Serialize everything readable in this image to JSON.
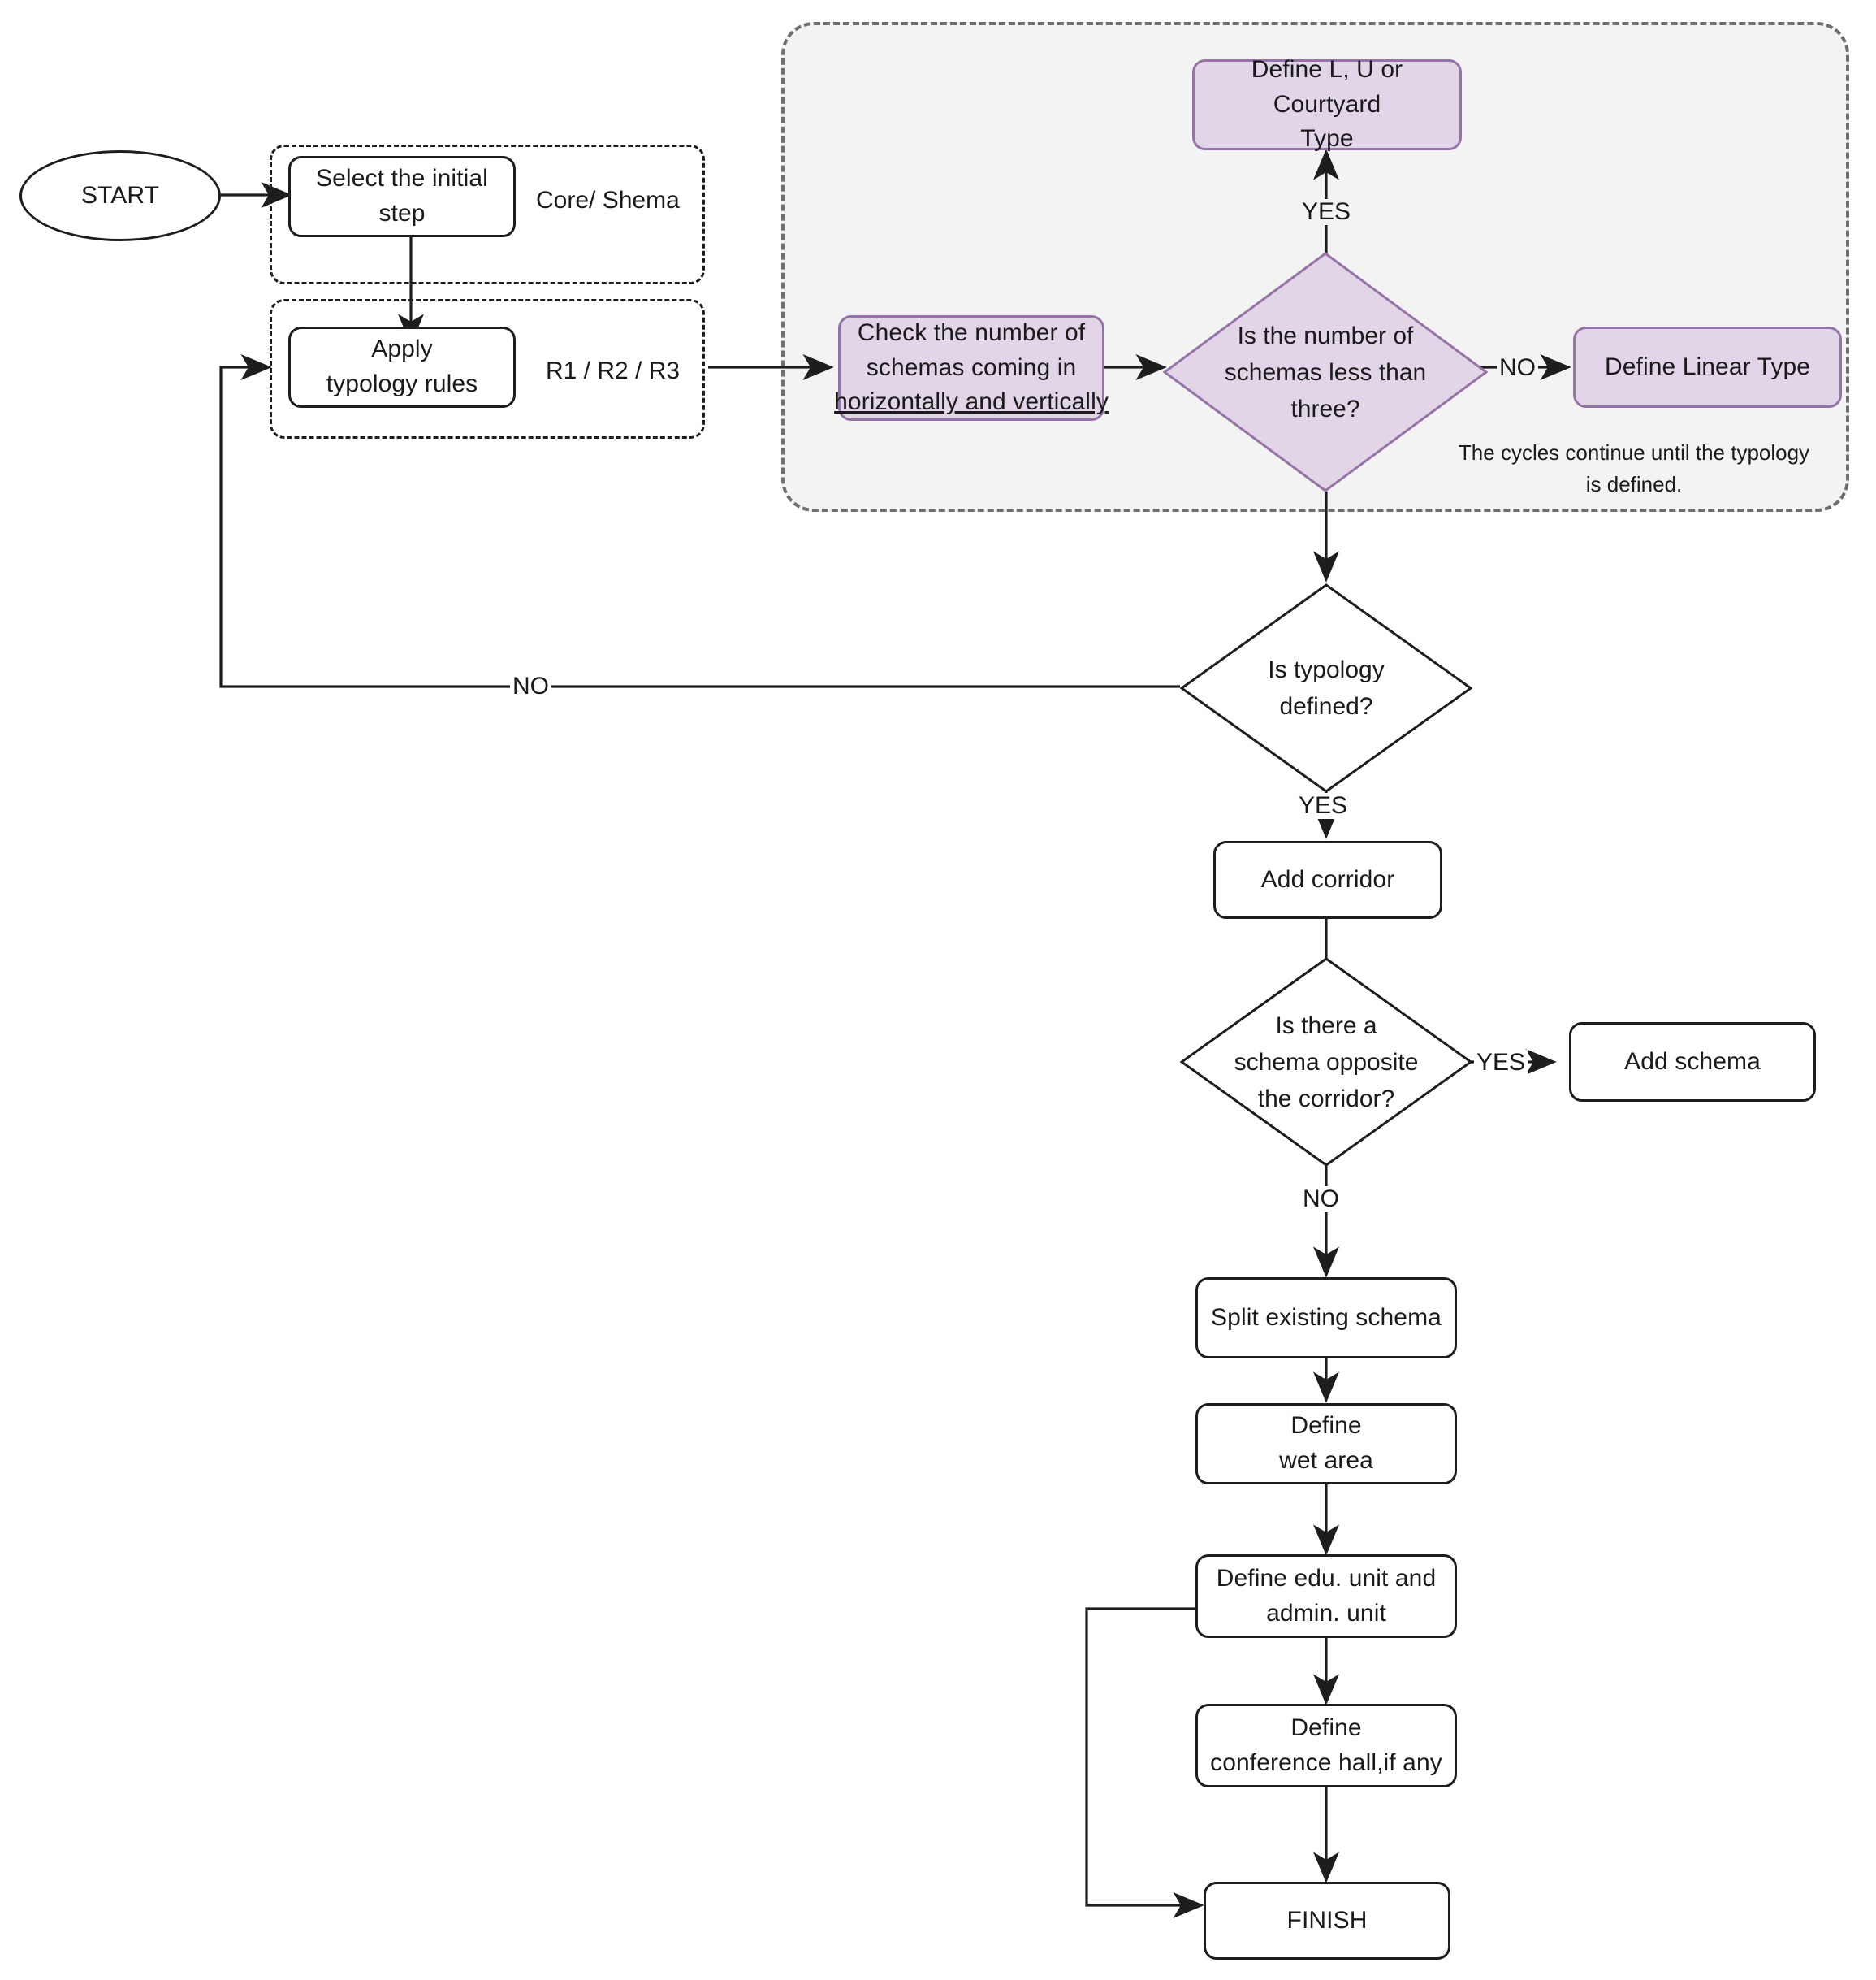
{
  "diagram": {
    "title": "Typology definition flowchart",
    "colors": {
      "purple_fill": "#e1d5e7",
      "purple_stroke": "#9673a6",
      "shade_fill": "#f3f3f3",
      "shade_stroke": "#6e6e6e",
      "line": "#1d1d1d",
      "text": "#1a1a1a"
    }
  },
  "nodes": {
    "start": "START",
    "select_initial_step": "Select the initial\nstep",
    "apply_typology_rules": "Apply\ntypology rules",
    "check_schemas": "Check the number of\nschemas coming in\nhorizontally and vertically",
    "schemas_less_than_three": "Is the number of\nschemas less than\nthree?",
    "define_lu_courtyard": "Define L, U or Courtyard\nType",
    "define_linear_type": "Define Linear Type",
    "is_typology_defined": "Is typology\ndefined?",
    "add_corridor": "Add corridor",
    "schema_opposite_corridor": "Is there a\nschema opposite\nthe corridor?",
    "add_schema": "Add schema",
    "split_existing_schema": "Split existing schema",
    "define_wet_area": "Define\nwet area",
    "define_edu_admin_unit": "Define  edu. unit and\nadmin. unit",
    "define_conference_hall": "Define\nconference hall,if any",
    "finish": "FINISH"
  },
  "node_lines": {
    "select_initial_step": [
      "Select the initial",
      "step"
    ],
    "apply_typology_rules": [
      "Apply",
      "typology rules"
    ],
    "check_schemas": [
      "Check the number of",
      "schemas coming in",
      "horizontally and vertically"
    ],
    "schemas_less_than_three": [
      "Is the number of",
      "schemas less than",
      "three?"
    ],
    "define_lu_courtyard": [
      "Define L, U or Courtyard",
      "Type"
    ],
    "is_typology_defined": [
      "Is typology",
      "defined?"
    ],
    "schema_opposite_corridor": [
      "Is there a",
      "schema opposite",
      "the corridor?"
    ],
    "define_wet_area": [
      "Define",
      "wet area"
    ],
    "define_edu_admin_unit": [
      "Define  edu. unit and",
      "admin. unit"
    ],
    "define_conference_hall": [
      "Define",
      "conference hall,if any"
    ]
  },
  "annotations": {
    "core_shema": "Core/ Shema",
    "rules": "R1 / R2 / R3",
    "cycles_note": "The cycles continue until the typology\nis defined.",
    "cycles_note_lines": [
      "The cycles continue until the typology",
      "is defined."
    ]
  },
  "edge_labels": {
    "yes_to_lu_courtyard": "YES",
    "no_to_linear_type": "NO",
    "no_typology_loop": "NO",
    "yes_typology_defined": "YES",
    "yes_add_schema": "YES",
    "no_split_schema": "NO"
  }
}
